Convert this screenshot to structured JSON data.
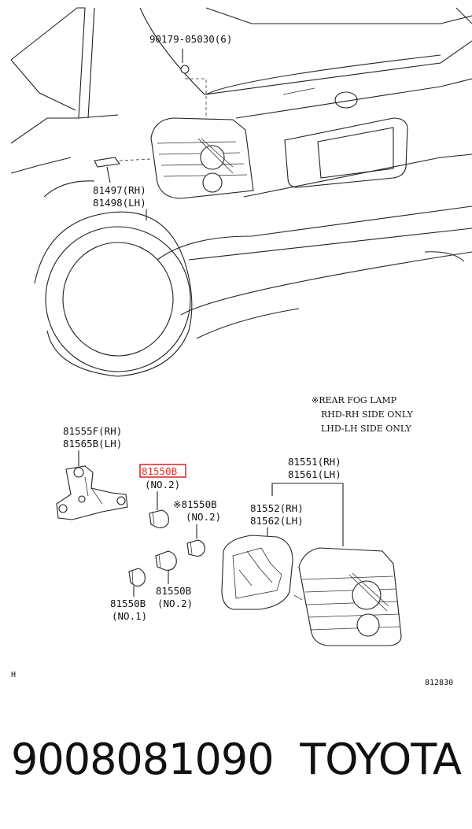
{
  "labels": {
    "bolt": "90179-05030(6)",
    "socket_rh": "81497(RH)",
    "socket_lh": "81498(LH)",
    "bracket_rh": "81555F(RH)",
    "bracket_lh": "81565B(LH)",
    "bulb_highlight": "81550B",
    "bulb_highlight_sub": "(NO.2)",
    "bulb_fog": "※81550B",
    "bulb_fog_sub": "(NO.2)",
    "bulb_mid": "81550B",
    "bulb_mid_sub": "(NO.2)",
    "bulb_no1": "81550B",
    "bulb_no1_sub": "(NO.1)",
    "lamp_rh": "81551(RH)",
    "lamp_lh": "81561(LH)",
    "gasket_rh": "81552(RH)",
    "gasket_lh": "81562(LH)"
  },
  "note": {
    "line1": "※REAR FOG LAMP",
    "line2": "RHD-RH SIDE ONLY",
    "line3": "LHD-LH SIDE ONLY"
  },
  "corner_left": "H",
  "figure_code": "812830",
  "footer": {
    "part_number": "9008081090",
    "brand": "TOYOTA"
  },
  "highlight_color": "#e0302a"
}
